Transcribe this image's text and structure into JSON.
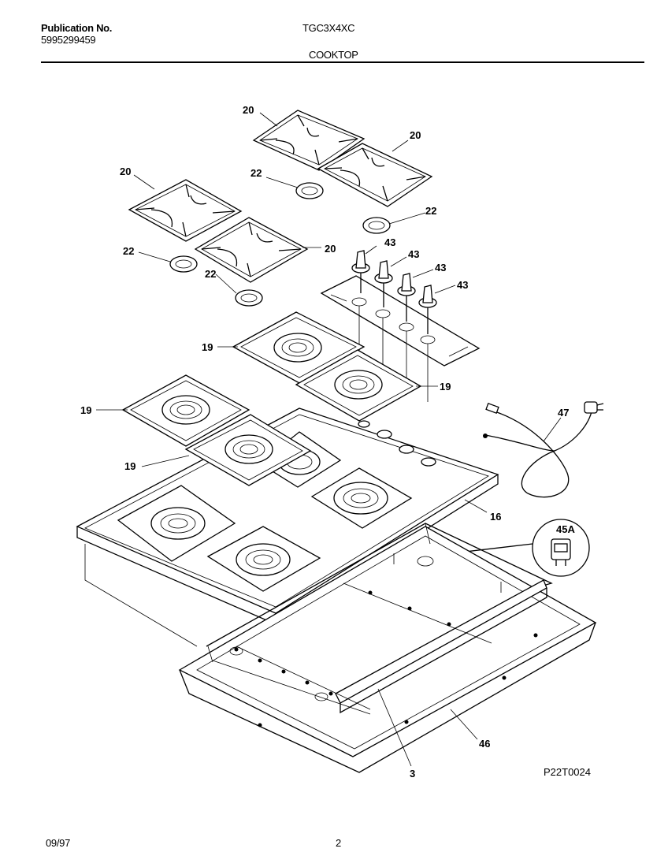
{
  "header": {
    "publication_label": "Publication No.",
    "publication_number": "5995299459",
    "model": "TGC3X4XC",
    "section": "COOKTOP"
  },
  "diagram": {
    "drawing_code": "P22T0024",
    "callouts": {
      "grate_a": "20",
      "grate_b": "20",
      "grate_c": "20",
      "grate_d": "20",
      "ring_a": "22",
      "ring_b": "22",
      "ring_c": "22",
      "ring_d": "22",
      "knob_a": "43",
      "knob_b": "43",
      "knob_c": "43",
      "knob_d": "43",
      "pan_a": "19",
      "pan_b": "19",
      "pan_c": "19",
      "pan_d": "19",
      "cord": "47",
      "top": "16",
      "igniter": "45A",
      "box": "46",
      "bracket": "3"
    }
  },
  "footer": {
    "date": "09/97",
    "page": "2"
  }
}
